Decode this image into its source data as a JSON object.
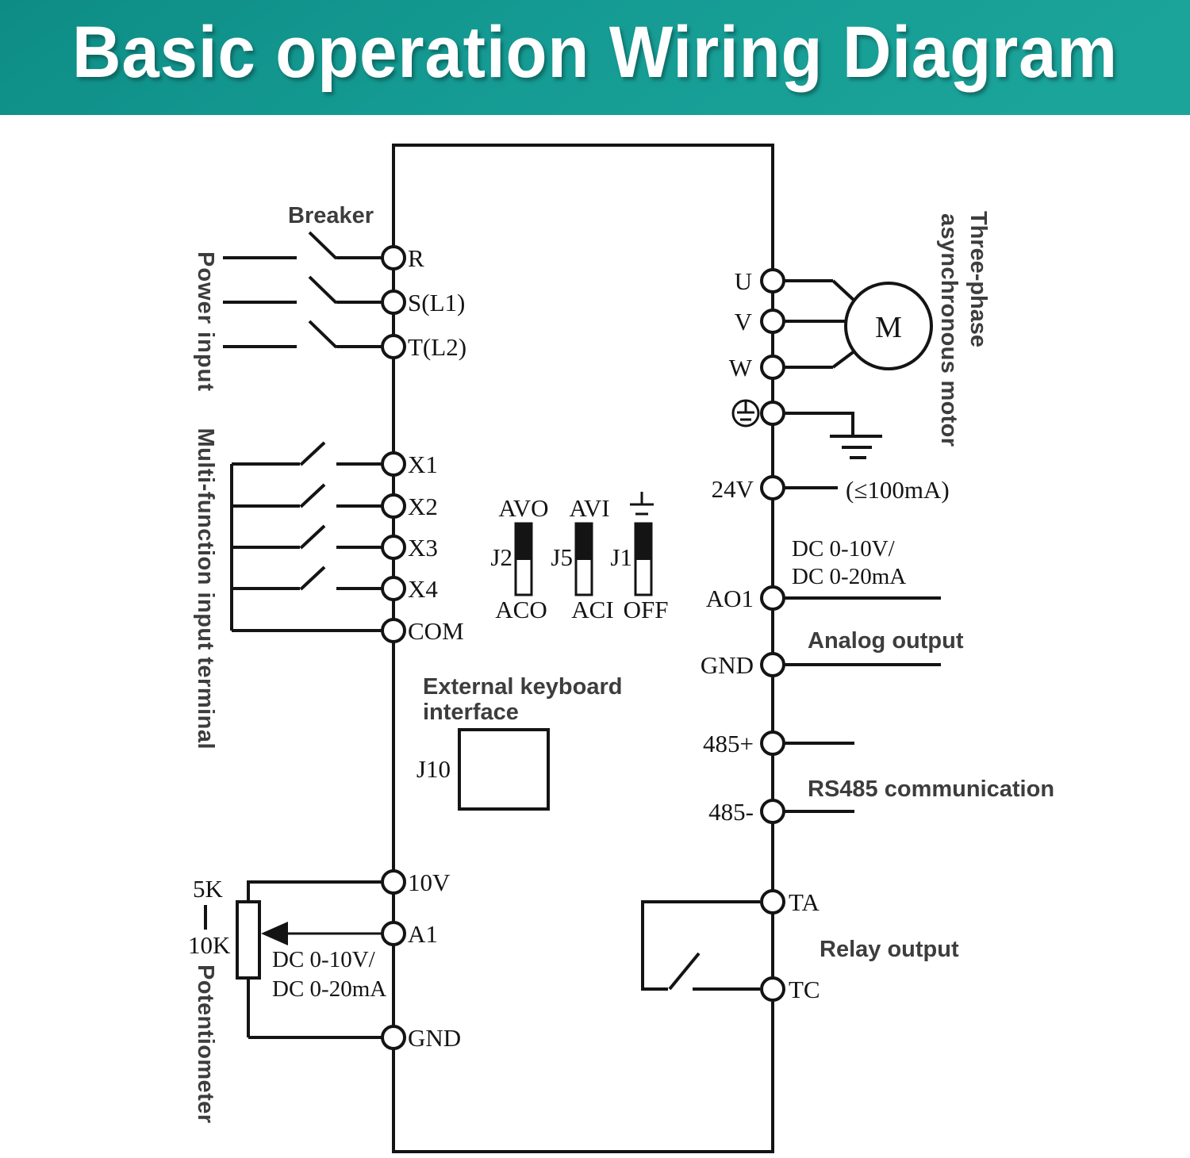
{
  "header": {
    "title": "Basic operation Wiring Diagram"
  },
  "colors": {
    "banner_gradient_start": "#0d8c85",
    "banner_gradient_mid": "#149a92",
    "banner_gradient_end": "#1ba49a",
    "ink": "#141414",
    "annotation_gray": "#3d3d3d",
    "title_white": "#ffffff"
  },
  "annotations": {
    "breaker": "Breaker",
    "power_input": "Power input",
    "multi_function_input": "Multi-function input terminal",
    "potentiometer": "Potentiometer",
    "external_keyboard_line1": "External keyboard",
    "external_keyboard_line2": "interface",
    "analog_output": "Analog output",
    "rs485_communication": "RS485 communication",
    "relay_output": "Relay output",
    "motor_line1": "Three-phase",
    "motor_line2": "asynchronous motor"
  },
  "terminals": {
    "left": [
      "R",
      "S(L1)",
      "T(L2)",
      "X1",
      "X2",
      "X3",
      "X4",
      "COM",
      "10V",
      "A1",
      "GND"
    ],
    "right": [
      "U",
      "V",
      "W",
      "24V",
      "AO1",
      "GND",
      "485+",
      "485-",
      "TA",
      "TC"
    ]
  },
  "jumpers": {
    "j2": {
      "name": "J2",
      "top": "AVO",
      "bottom": "ACO"
    },
    "j5": {
      "name": "J5",
      "top": "AVI",
      "bottom": "ACI"
    },
    "j1": {
      "name": "J1",
      "bottom": "OFF"
    }
  },
  "notes": {
    "current_limit": "(≤100mA)",
    "analog_out_range_1": "DC 0-10V/",
    "analog_out_range_2": "DC 0-20mA",
    "analog_in_range_1": "DC 0-10V/",
    "analog_in_range_2": "DC 0-20mA",
    "pot_value_top": "5K",
    "pot_value_bottom": "10K",
    "keyboard_connector": "J10",
    "motor_symbol": "M"
  }
}
